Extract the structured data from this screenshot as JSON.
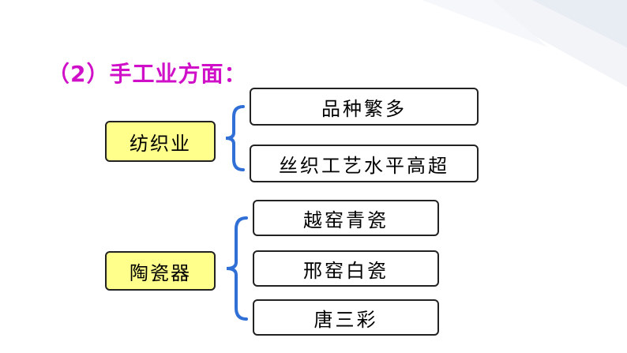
{
  "section_title": "（2）手工业方面：",
  "groups": [
    {
      "category": "纺织业",
      "items": [
        "品种繁多",
        "丝织工艺水平高超"
      ]
    },
    {
      "category": "陶瓷器",
      "items": [
        "越窑青瓷",
        "邢窑白瓷",
        "唐三彩"
      ]
    }
  ],
  "colors": {
    "title": "#d010c8",
    "category_bg": "#ffff8c",
    "brace": "#2f6fd6"
  }
}
